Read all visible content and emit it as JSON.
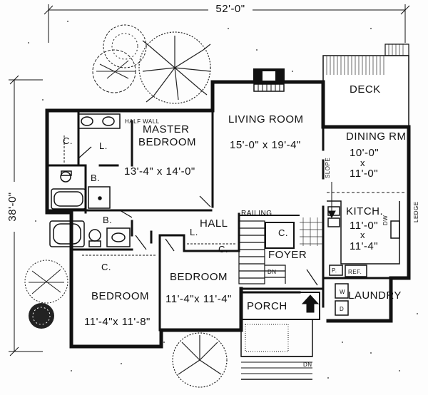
{
  "plan": {
    "overall_width": "52'-0\"",
    "overall_depth": "38'-0\""
  },
  "rooms": {
    "deck": "DECK",
    "living": {
      "name": "LIVING ROOM",
      "size": "15'-0\" x 19'-4\""
    },
    "master": {
      "name_line1": "MASTER",
      "name_line2": "BEDROOM",
      "size": "13'-4\" x 14'-0\""
    },
    "dining": {
      "name": "DINING RM.",
      "size_w": "10'-0\"",
      "x": "x",
      "size_d": "11'-0\""
    },
    "kitchen": {
      "name": "KITCH.",
      "size_w": "11'-0\"",
      "x": "x",
      "size_d": "11'-4\""
    },
    "hall": "HALL",
    "foyer": "FOYER",
    "porch": "PORCH",
    "laundry": "LAUNDRY",
    "bedroom2": {
      "name": "BEDROOM",
      "size": "11'-4\"x 11'-4\""
    },
    "bedroom3": {
      "name": "BEDROOM",
      "size": "11'-4\"x 11'-8\""
    }
  },
  "labels": {
    "half_wall": "HALF WALL",
    "closet": "C.",
    "bath": "B.",
    "linen": "L.",
    "railing": "RAILING",
    "slope": "SLOPE",
    "ledge": "LEDGE",
    "dw": "DW",
    "pantry": "P.",
    "ref": "REF.",
    "washer": "W",
    "dryer": "D",
    "down": "DN"
  }
}
